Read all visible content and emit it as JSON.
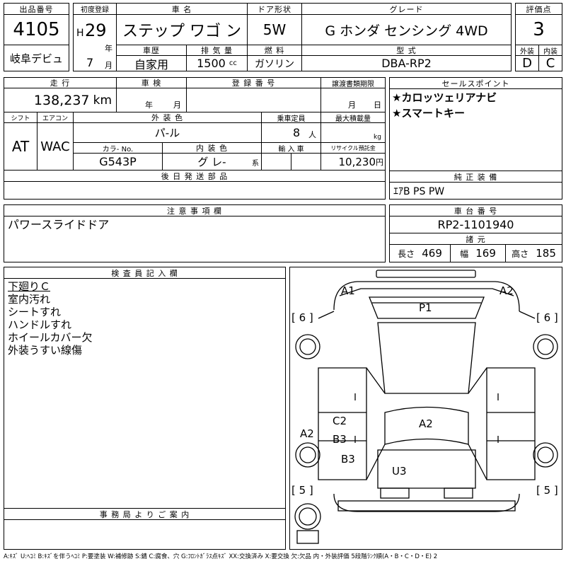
{
  "header": {
    "lot_no_label": "出品番号",
    "lot_no": "4105",
    "first_reg_label": "初度登録",
    "era": "H",
    "year": "29",
    "year_unit": "年",
    "month": "7",
    "month_unit": "月",
    "car_name_label": "車 名",
    "car_name": "ステップ ワゴ ン",
    "door_label": "ドア形状",
    "door": "5W",
    "grade_label": "グレード",
    "grade": "G ホンダ センシング 4WD",
    "score_label": "評価点",
    "score": "3",
    "tag": "岐阜デビュ",
    "history_label": "車歴",
    "history": "自家用",
    "displacement_label": "排 気 量",
    "displacement": "1500",
    "displacement_unit": "cc",
    "fuel_label": "燃 料",
    "fuel": "ガソリン",
    "model_label": "型 式",
    "model": "DBA-RP2",
    "ext_grade_label": "外装",
    "ext_grade": "D",
    "int_grade_label": "内装",
    "int_grade": "C"
  },
  "mid": {
    "mileage_label": "走 行",
    "mileage": "138,237",
    "mileage_unit": "km",
    "inspection_label": "車 検",
    "insp_year_unit": "年",
    "insp_month_unit": "月",
    "reg_no_label": "登 録 番 号",
    "doc_deadline_label": "譲渡書類期限",
    "doc_month_unit": "月",
    "doc_day_unit": "日",
    "shift_label": "シフト",
    "shift": "AT",
    "ac_label": "エアコン",
    "ac": "WAC",
    "ext_color_label": "外 装 色",
    "ext_color": "パ-ル",
    "capacity_label": "乗車定員",
    "capacity": "8",
    "capacity_unit": "人",
    "max_load_label": "最大積載量",
    "max_load_unit": "kg",
    "color_no_label": "カラ- No.",
    "color_no": "G543P",
    "int_color_label": "内 装 色",
    "int_color": "グ レ-",
    "int_color_unit": "系",
    "import_label": "輸 入 車",
    "recycle_label": "リサイクル預託金",
    "recycle": "10,230",
    "recycle_unit": "円",
    "later_parts_label": "後 日 発 送 部 品",
    "caution_label": "注 意 事 項 欄",
    "caution": "パワースライドドア"
  },
  "right": {
    "sales_label": "セールスポイント",
    "sales_points": [
      "★カロッツェリアナビ",
      "★スマートキー"
    ],
    "equip_label": "純 正 装 備",
    "equip": "ｴｱB PS PW",
    "chassis_label": "車 台 番 号",
    "chassis": "RP2-1101940",
    "dims_label": "諸 元",
    "length_label": "長さ",
    "length": "469",
    "width_label": "幅",
    "width": "169",
    "height_label": "高さ",
    "height": "185"
  },
  "inspector": {
    "label": "検 査 員 記 入 欄",
    "notes": [
      "下廻りＣ",
      "室内汚れ",
      "シートすれ",
      "ハンドルすれ",
      "ホイールカバー欠",
      "外装うすい線傷"
    ]
  },
  "office": {
    "label": "事 務 局 よ り ご 案 内"
  },
  "diagram": {
    "marks": {
      "a1": "A1",
      "a2_top": "A2",
      "p1": "P1",
      "six_left": "[ 6 ]",
      "six_right": "[ 6 ]",
      "c2": "C2",
      "b3_left": "B3",
      "a2_side": "A2",
      "a2_roof": "A2",
      "b3_rear": "B3",
      "u3": "U3",
      "five_left": "[ 5 ]",
      "five_right": "[ 5 ]"
    }
  },
  "legend": "A:ｷｽﾞ U:ﾍｺﾐ B:ｷｽﾞを伴うﾍｺﾐ P:要塗装 W:補修跡 S:錆 C:腐食、穴 G:ﾌﾛﾝﾄｶﾞﾗｽ点ｷｽﾞ XX:交換済み X:要交換 欠:欠品 内・外装評価 5段階ﾗﾝｸ順(A・B・C・D・E) 2"
}
